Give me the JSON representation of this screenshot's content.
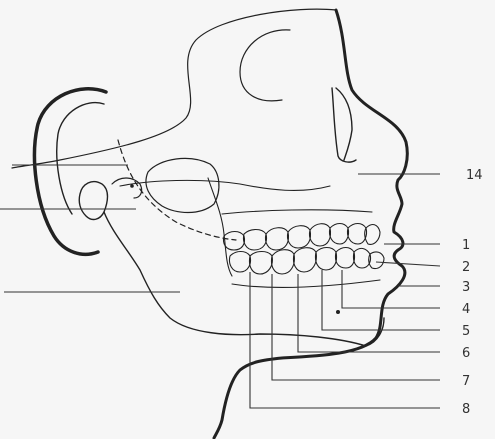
{
  "diagram": {
    "labels": {
      "l1": "1",
      "l2": "2",
      "l3": "3",
      "l4": "4",
      "l5": "5",
      "l6": "6",
      "l7": "7",
      "l8": "8",
      "l14": "14"
    },
    "colors": {
      "background": "#f6f6f6",
      "line": "#222222"
    }
  }
}
